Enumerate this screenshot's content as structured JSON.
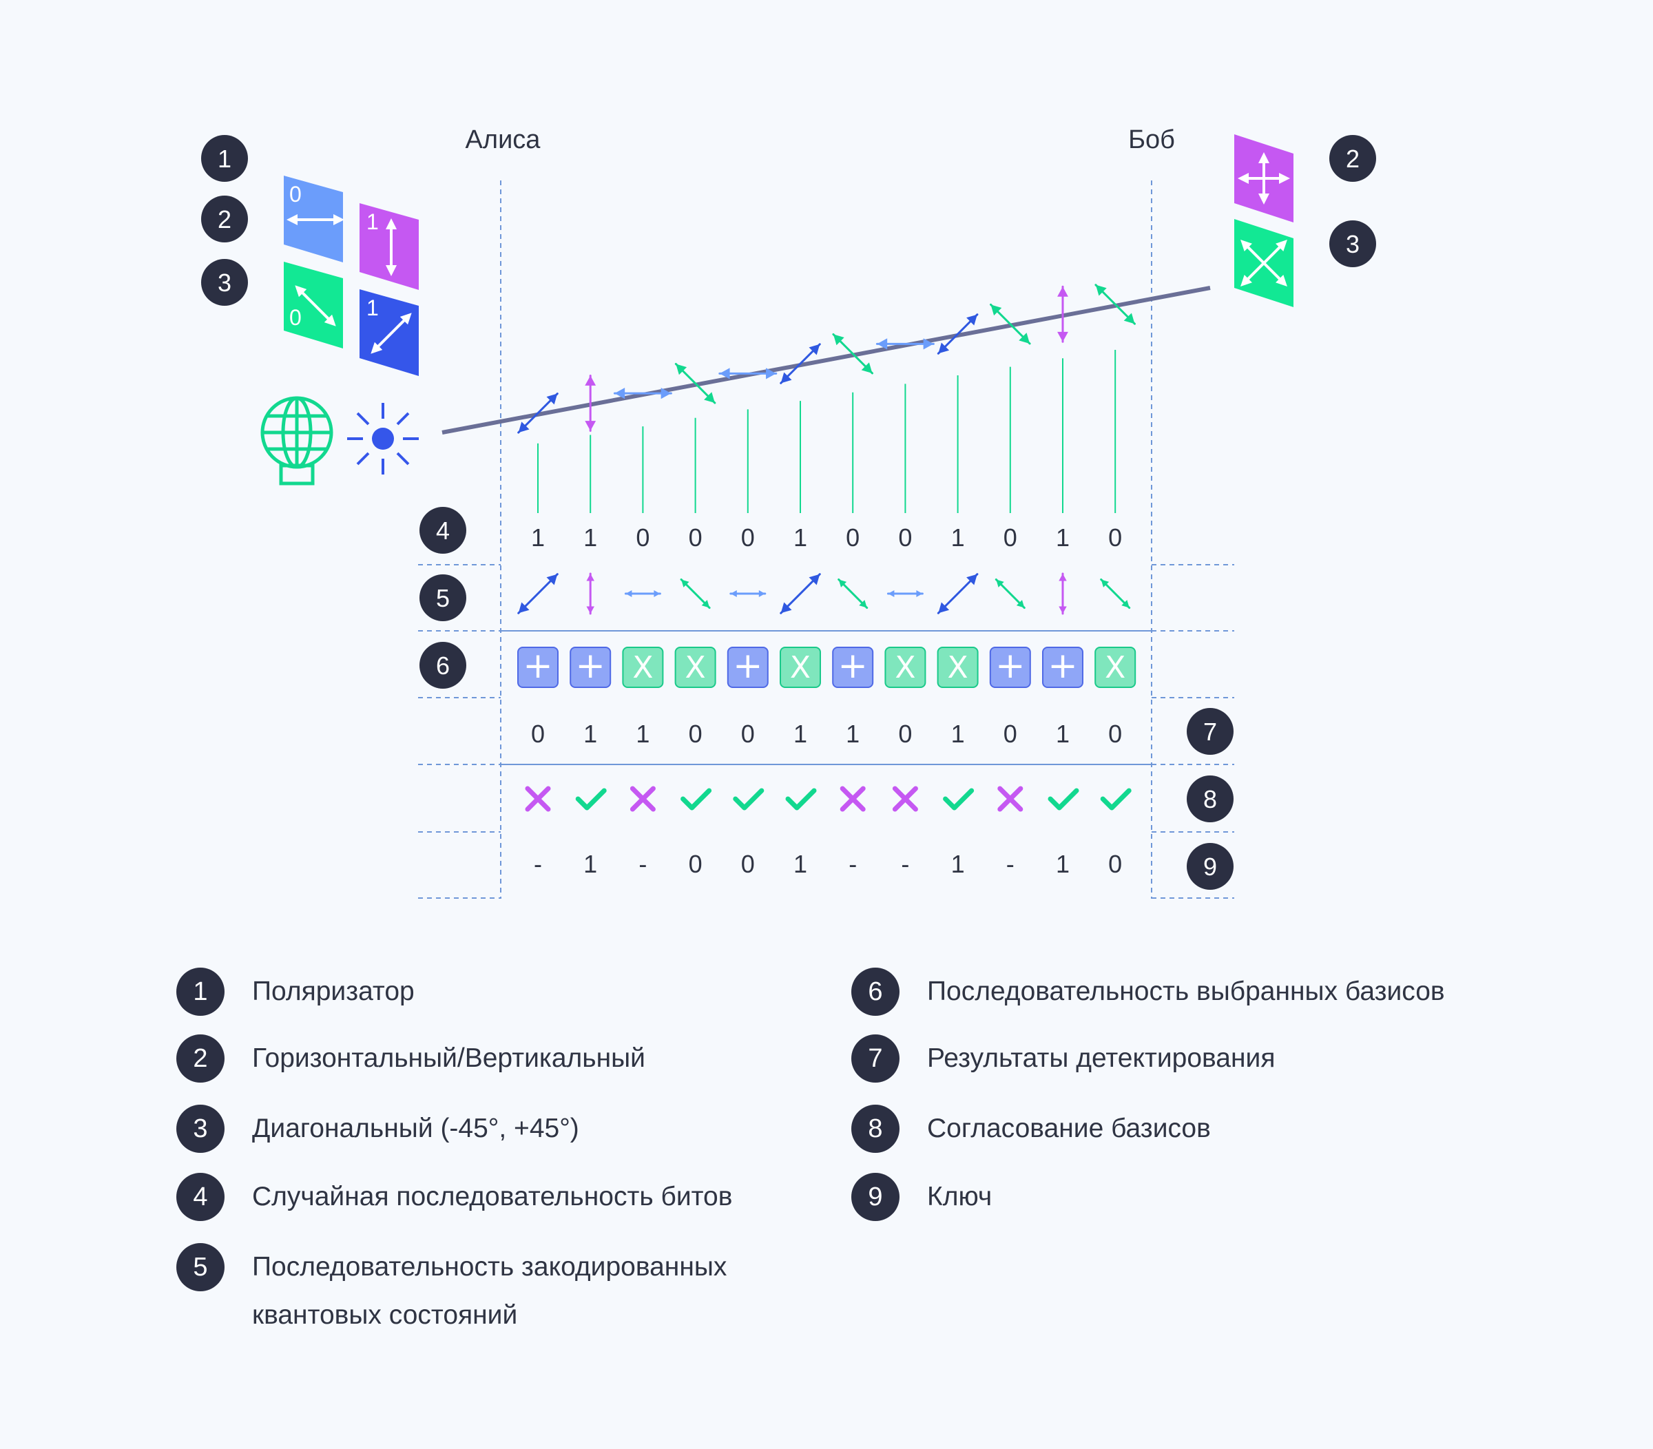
{
  "labels": {
    "alice": "Алиса",
    "bob": "Боб"
  },
  "bases": {
    "alice_cards": [
      {
        "bit": "0",
        "state": "horizontal",
        "color": "#6b9dfb"
      },
      {
        "bit": "1",
        "state": "vertical",
        "color": "#c558f2"
      },
      {
        "bit": "0",
        "state": "diag-minus45",
        "color": "#12e894"
      },
      {
        "bit": "1",
        "state": "diag-plus45",
        "color": "#3556ea"
      }
    ],
    "bob_cards": [
      {
        "basis": "rectilinear",
        "color": "#c558f2"
      },
      {
        "basis": "diagonal",
        "color": "#12e894"
      }
    ]
  },
  "alice_markers": [
    "1",
    "2",
    "3"
  ],
  "bob_markers": [
    "2",
    "3"
  ],
  "row_markers": [
    "4",
    "5",
    "6",
    "7",
    "8",
    "9"
  ],
  "channel_states": [
    "diag-plus45",
    "vertical",
    "horizontal",
    "diag-minus45",
    "horizontal",
    "diag-plus45",
    "diag-minus45",
    "horizontal",
    "diag-plus45",
    "diag-minus45",
    "vertical",
    "diag-minus45"
  ],
  "bits": [
    "1",
    "1",
    "0",
    "0",
    "0",
    "1",
    "0",
    "0",
    "1",
    "0",
    "1",
    "0"
  ],
  "encoded_states": [
    "diag-plus45",
    "vertical",
    "horizontal",
    "diag-minus45",
    "horizontal",
    "diag-plus45",
    "diag-minus45",
    "horizontal",
    "diag-plus45",
    "diag-minus45",
    "vertical",
    "diag-minus45"
  ],
  "chosen_bases": [
    "+",
    "+",
    "X",
    "X",
    "+",
    "X",
    "+",
    "X",
    "X",
    "+",
    "+",
    "X"
  ],
  "detection_results": [
    "0",
    "1",
    "1",
    "0",
    "0",
    "1",
    "1",
    "0",
    "1",
    "0",
    "1",
    "0"
  ],
  "basis_match": [
    false,
    true,
    false,
    true,
    true,
    true,
    false,
    false,
    true,
    false,
    true,
    true
  ],
  "key": [
    "-",
    "1",
    "-",
    "0",
    "0",
    "1",
    "-",
    "-",
    "1",
    "-",
    "1",
    "0"
  ],
  "colors": {
    "horizontal": "#6b9dfb",
    "vertical": "#c558f2",
    "diag-plus45": "#2f58e0",
    "diag-minus45": "#12d88f",
    "plus_fill": "#8fa6f7",
    "x_fill": "#7fe6bd",
    "match": "#12d88f",
    "mismatch": "#c558f2",
    "badge": "#2b2f42",
    "channel": "#6a6f97",
    "grid": "#6f97d8"
  },
  "legend": [
    {
      "n": "1",
      "text": "Поляризатор"
    },
    {
      "n": "2",
      "text": "Горизонтальный/Вертикальный"
    },
    {
      "n": "3",
      "text": "Диагональный (-45°, +45°)"
    },
    {
      "n": "4",
      "text": "Случайная последовательность битов"
    },
    {
      "n": "5",
      "text": "Последовательность закодированных квантовых состояний"
    },
    {
      "n": "6",
      "text": "Последовательность выбранных базисов"
    },
    {
      "n": "7",
      "text": "Результаты детектирования"
    },
    {
      "n": "8",
      "text": "Согласование базисов"
    },
    {
      "n": "9",
      "text": "Ключ"
    }
  ]
}
